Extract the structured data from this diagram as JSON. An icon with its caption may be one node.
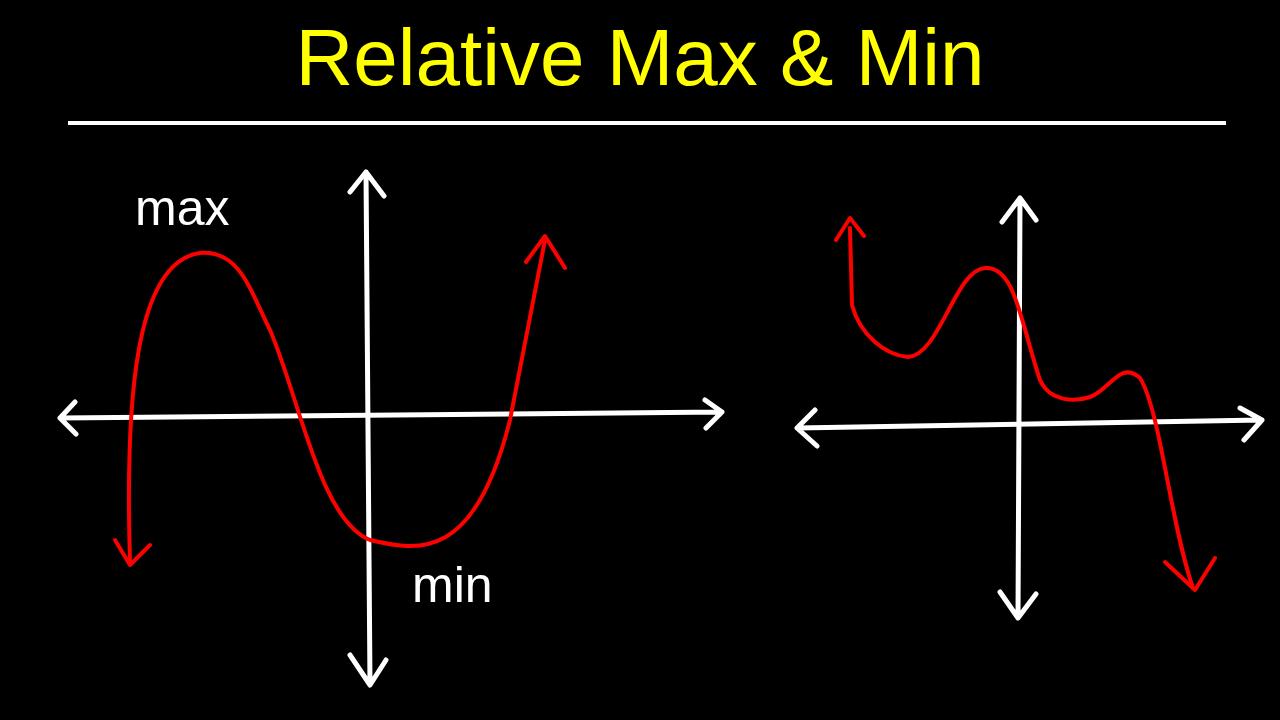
{
  "diagram": {
    "title": "Relative Max & Min",
    "labels": [
      "max",
      "min"
    ]
  }
}
